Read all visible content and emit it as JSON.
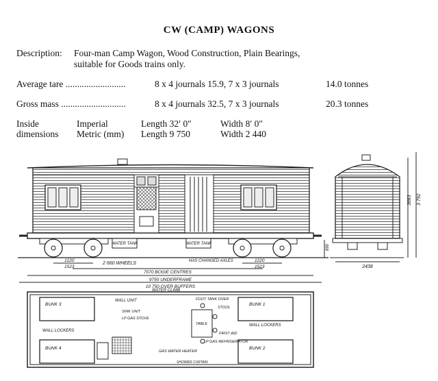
{
  "doc": {
    "title": "CW (CAMP) WAGONS",
    "description_label": "Description:",
    "description_line1": "Four-man Camp Wagon, Wood Construction, Plain Bearings,",
    "description_line2": "suitable for Goods trains only.",
    "tare_label": "Average tare ..........................",
    "tare_detail": "8 x 4 journals 15.9, 7 x 3 journals",
    "tare_value": "14.0 tonnes",
    "gross_label": "Gross mass ............................",
    "gross_detail": "8 x 4 journals 32.5, 7 x 3 journals",
    "gross_value": "20.3 tonnes",
    "inside_label_1": "Inside",
    "inside_label_2": "dimensions",
    "imperial": "Imperial",
    "metric": "Metric (mm)",
    "length_imperial": "Length 32′ 0″",
    "width_imperial": "Width 8′ 0″",
    "length_metric": "Length 9 750",
    "width_metric": "Width 2 440"
  },
  "drawing": {
    "water_tank_1": "WATER TANK",
    "water_tank_2": "WATER TANK",
    "dim_wheels": "2 660 WHEELS",
    "dim_axle": "HAS CHANGED AXLES",
    "dim_1220": "1220",
    "dim_1523": "1523",
    "dim_1523b": "1523",
    "dim_1220b": "1220",
    "dim_7070": "7070 BOGIE CENTRES",
    "dim_9750": "9750 UNDERFRAME",
    "dim_10750": "10 750 OVER BUFFERS",
    "dim_2438": "2438",
    "dim_3683": "3683",
    "dim_3792": "3 792",
    "dim_890": "890",
    "plan_water_climb": "WATER CLIMB",
    "plan_bunk3": "BUNK 3",
    "plan_bunk1": "BUNK 1",
    "plan_bunk4": "BUNK 4",
    "plan_bunk2": "BUNK 2",
    "plan_wall_unit": "WALL UNIT",
    "plan_sink_unit": "SINK UNIT",
    "plan_lp_gas_stove": "LP GAS STOVE",
    "plan_wall_lockers_l": "WALL LOCKERS",
    "plan_wall_lockers_r": "WALL LOCKERS",
    "plan_foot_tank": "FOOT TANK OVER",
    "plan_stool": "STOOL",
    "plan_table": "TABLE",
    "plan_lp_gas_refrig": "LP GAS REFRIGERATOR",
    "plan_gas_water_heater": "GAS WATER HEATER",
    "plan_first_aid": "FIRST AID",
    "plan_bottom_note": "SHOWER CURTAIN"
  }
}
